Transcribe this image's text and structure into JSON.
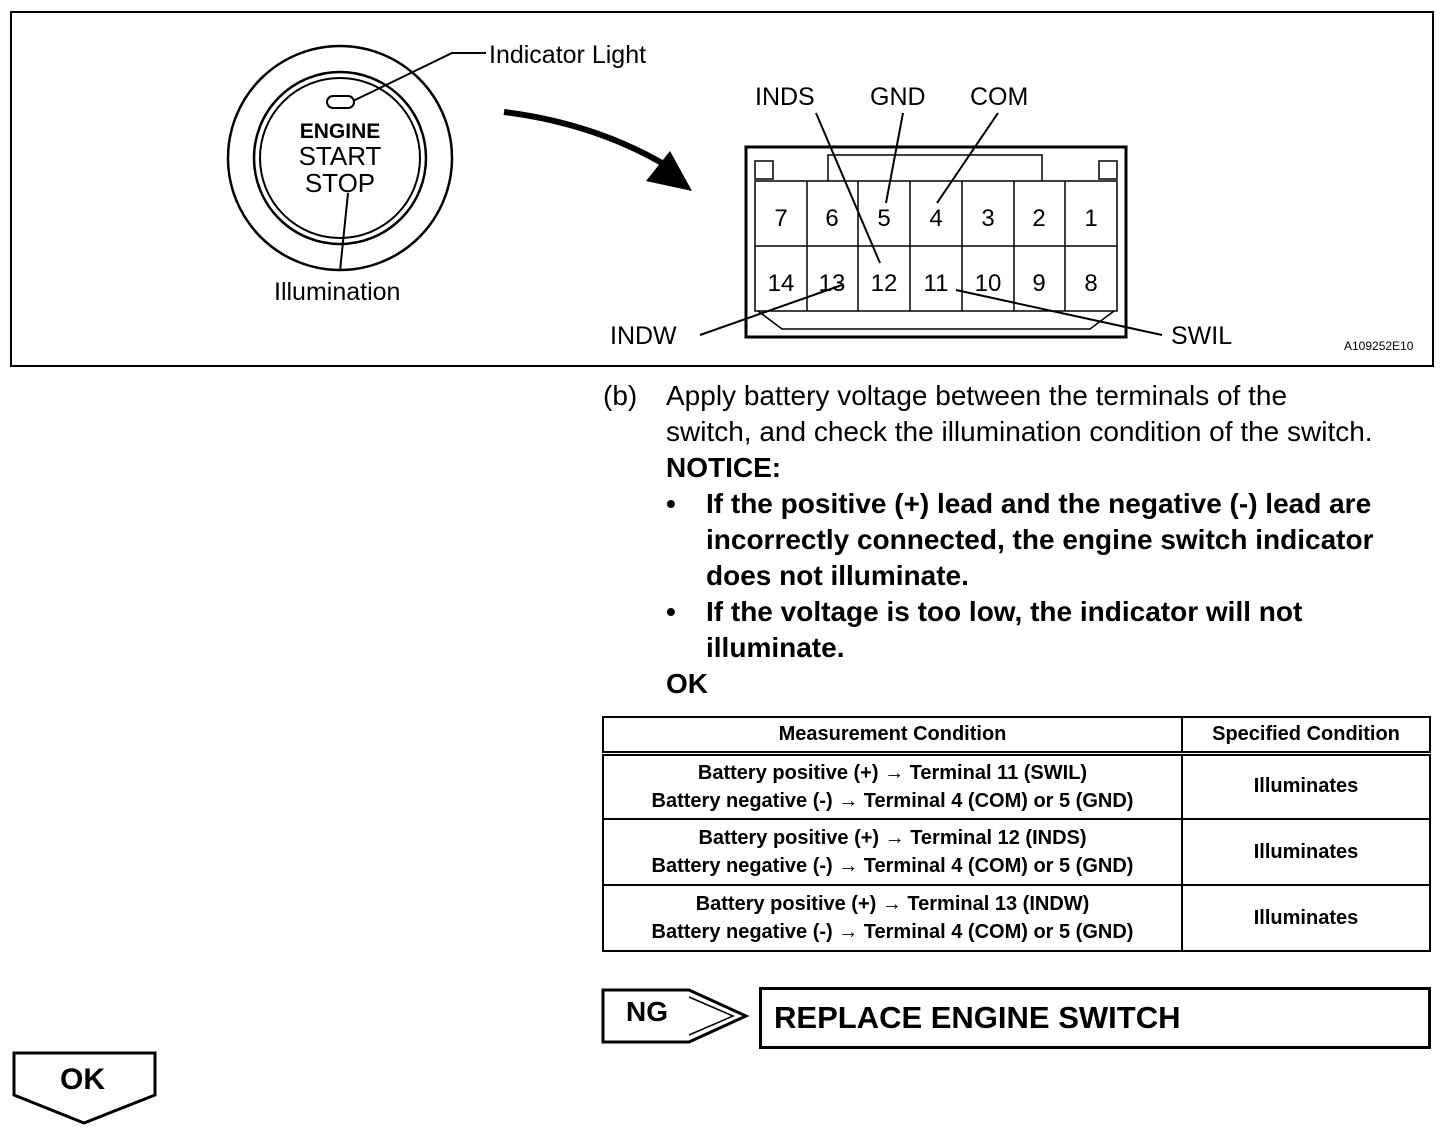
{
  "figure": {
    "button": {
      "line1": "ENGINE",
      "line2": "START",
      "line3": "STOP"
    },
    "callouts": {
      "indicator_light": "Indicator Light",
      "illumination": "Illumination"
    },
    "terminals": {
      "INDS": "INDS",
      "GND": "GND",
      "COM": "COM",
      "INDW": "INDW",
      "SWIL": "SWIL"
    },
    "pins_top": [
      "7",
      "6",
      "5",
      "4",
      "3",
      "2",
      "1"
    ],
    "pins_bottom": [
      "14",
      "13",
      "12",
      "11",
      "10",
      "9",
      "8"
    ],
    "figure_id": "A109252E10"
  },
  "step": {
    "marker": "(b)",
    "instruction_line1": "Apply battery voltage between the terminals of the",
    "instruction_line2": "switch, and check the illumination condition of the switch.",
    "notice_title": "NOTICE:",
    "bullet_symbol": "•",
    "notice1_line1": "If the positive (+) lead and the negative (-) lead are",
    "notice1_line2": "incorrectly connected, the engine switch indicator",
    "notice1_line3": "does not illuminate.",
    "notice2_line1": "If the voltage is too low, the indicator will not",
    "notice2_line2": "illuminate.",
    "ok": "OK"
  },
  "table": {
    "headers": [
      "Measurement Condition",
      "Specified Condition"
    ],
    "rows": [
      {
        "line1": "Battery positive (+) → Terminal 11 (SWIL)",
        "line2": "Battery negative (-) → Terminal 4 (COM) or 5 (GND)",
        "result": "Illuminates"
      },
      {
        "line1": "Battery positive (+) → Terminal 12 (INDS)",
        "line2": "Battery negative (-) → Terminal 4 (COM) or 5 (GND)",
        "result": "Illuminates"
      },
      {
        "line1": "Battery positive (+) → Terminal 13 (INDW)",
        "line2": "Battery negative (-) → Terminal 4 (COM) or 5 (GND)",
        "result": "Illuminates"
      }
    ]
  },
  "ng_branch": {
    "label": "NG",
    "action": "REPLACE ENGINE SWITCH"
  },
  "ok_branch": {
    "label": "OK"
  }
}
